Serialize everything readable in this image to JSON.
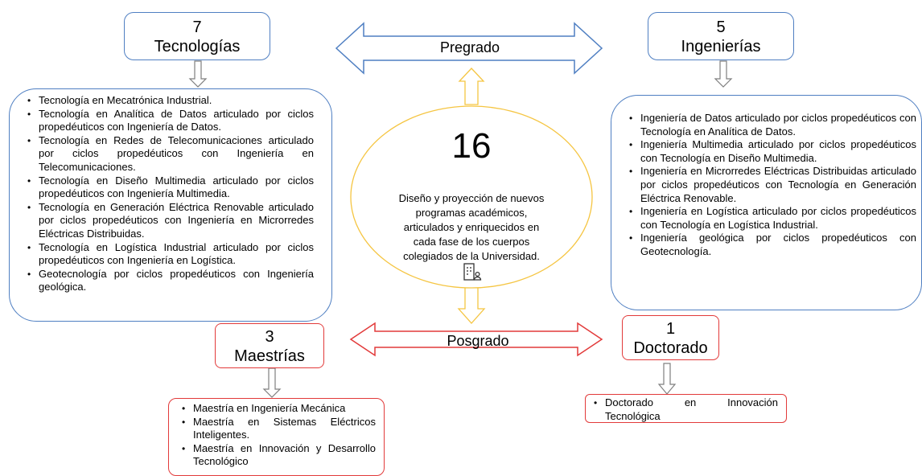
{
  "colors": {
    "blue": "#4f7fc2",
    "red": "#e23a3a",
    "orange": "#f5c542",
    "gray": "#7f7f7f"
  },
  "tecnologias": {
    "count": "7",
    "title": "Tecnologías",
    "items": [
      "Tecnología en Mecatrónica Industrial.",
      "Tecnología en Analítica de Datos articulado por ciclos propedéuticos con Ingeniería de Datos.",
      "Tecnología en Redes de Telecomunicaciones articulado por ciclos propedéuticos con Ingeniería en Telecomunicaciones.",
      "Tecnología en Diseño Multimedia articulado por ciclos propedéuticos con Ingeniería Multimedia.",
      "Tecnología en Generación Eléctrica Renovable articulado por ciclos propedéuticos con Ingeniería en Microrredes Eléctricas Distribuidas.",
      "Tecnología en Logística Industrial articulado por ciclos propedéuticos con Ingeniería en Logística.",
      "Geotecnología por ciclos propedéuticos con Ingeniería geológica."
    ]
  },
  "ingenierias": {
    "count": "5",
    "title": "Ingenierías",
    "items": [
      "Ingeniería de Datos articulado por ciclos propedéuticos con Tecnología en Analítica de Datos.",
      "Ingeniería Multimedia articulado por ciclos propedéuticos con Tecnología en Diseño Multimedia.",
      "Ingeniería en Microrredes Eléctricas Distribuidas articulado por ciclos propedéuticos con Tecnología en Generación Eléctrica Renovable.",
      "Ingeniería en Logística articulado por ciclos propedéuticos con Tecnología en Logística Industrial.",
      "Ingeniería geológica por ciclos propedéuticos con Geotecnología."
    ]
  },
  "maestrias": {
    "count": "3",
    "title": "Maestrías",
    "items": [
      "Maestría en Ingeniería Mecánica",
      "Maestría en Sistemas Eléctricos Inteligentes.",
      "Maestría en Innovación y Desarrollo Tecnológico"
    ]
  },
  "doctorado": {
    "count": "1",
    "title": "Doctorado",
    "items": [
      "Doctorado en Innovación Tecnológica"
    ]
  },
  "center": {
    "number": "16",
    "text": "Diseño y proyección de nuevos programas académicos, articulados y enriquecidos en cada fase de los cuerpos colegiados de la Universidad.",
    "icon": "building-person-icon"
  },
  "arrows": {
    "pregrado": "Pregrado",
    "posgrado": "Posgrado"
  }
}
